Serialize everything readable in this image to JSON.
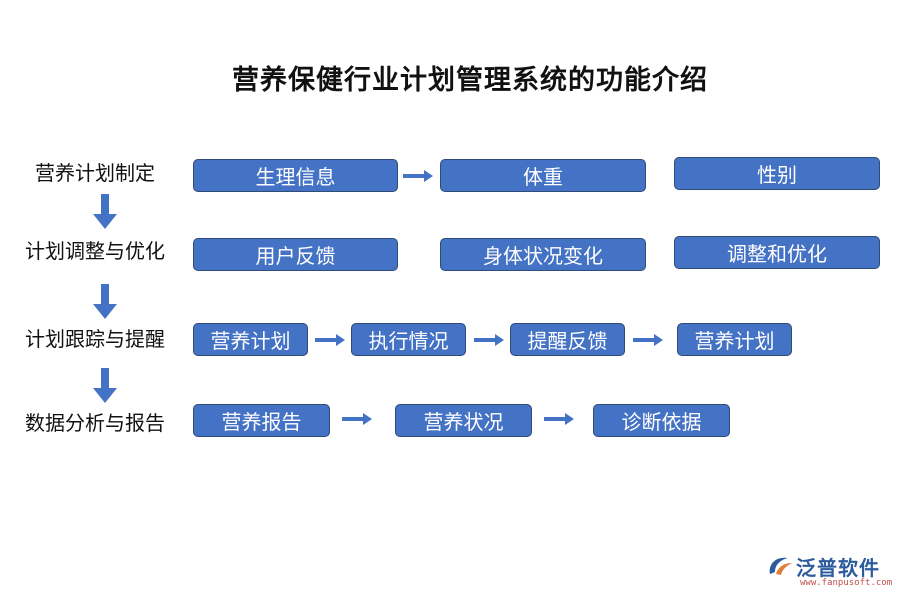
{
  "title": "营养保健行业计划管理系统的功能介绍",
  "stages": [
    {
      "label": "营养计划制定",
      "boxes": [
        "生理信息",
        "体重",
        "性别"
      ]
    },
    {
      "label": "计划调整与优化",
      "boxes": [
        "用户反馈",
        "身体状况变化",
        "调整和优化"
      ]
    },
    {
      "label": "计划跟踪与提醒",
      "boxes": [
        "营养计划",
        "执行情况",
        "提醒反馈",
        "营养计划"
      ]
    },
    {
      "label": "数据分析与报告",
      "boxes": [
        "营养报告",
        "营养状况",
        "诊断依据"
      ]
    }
  ],
  "colors": {
    "box_fill": "#4472c4",
    "box_border": "#2f4b78",
    "arrow": "#4472c4"
  },
  "logo": {
    "name": "泛普软件",
    "url": "www.fanpusoft.com"
  }
}
